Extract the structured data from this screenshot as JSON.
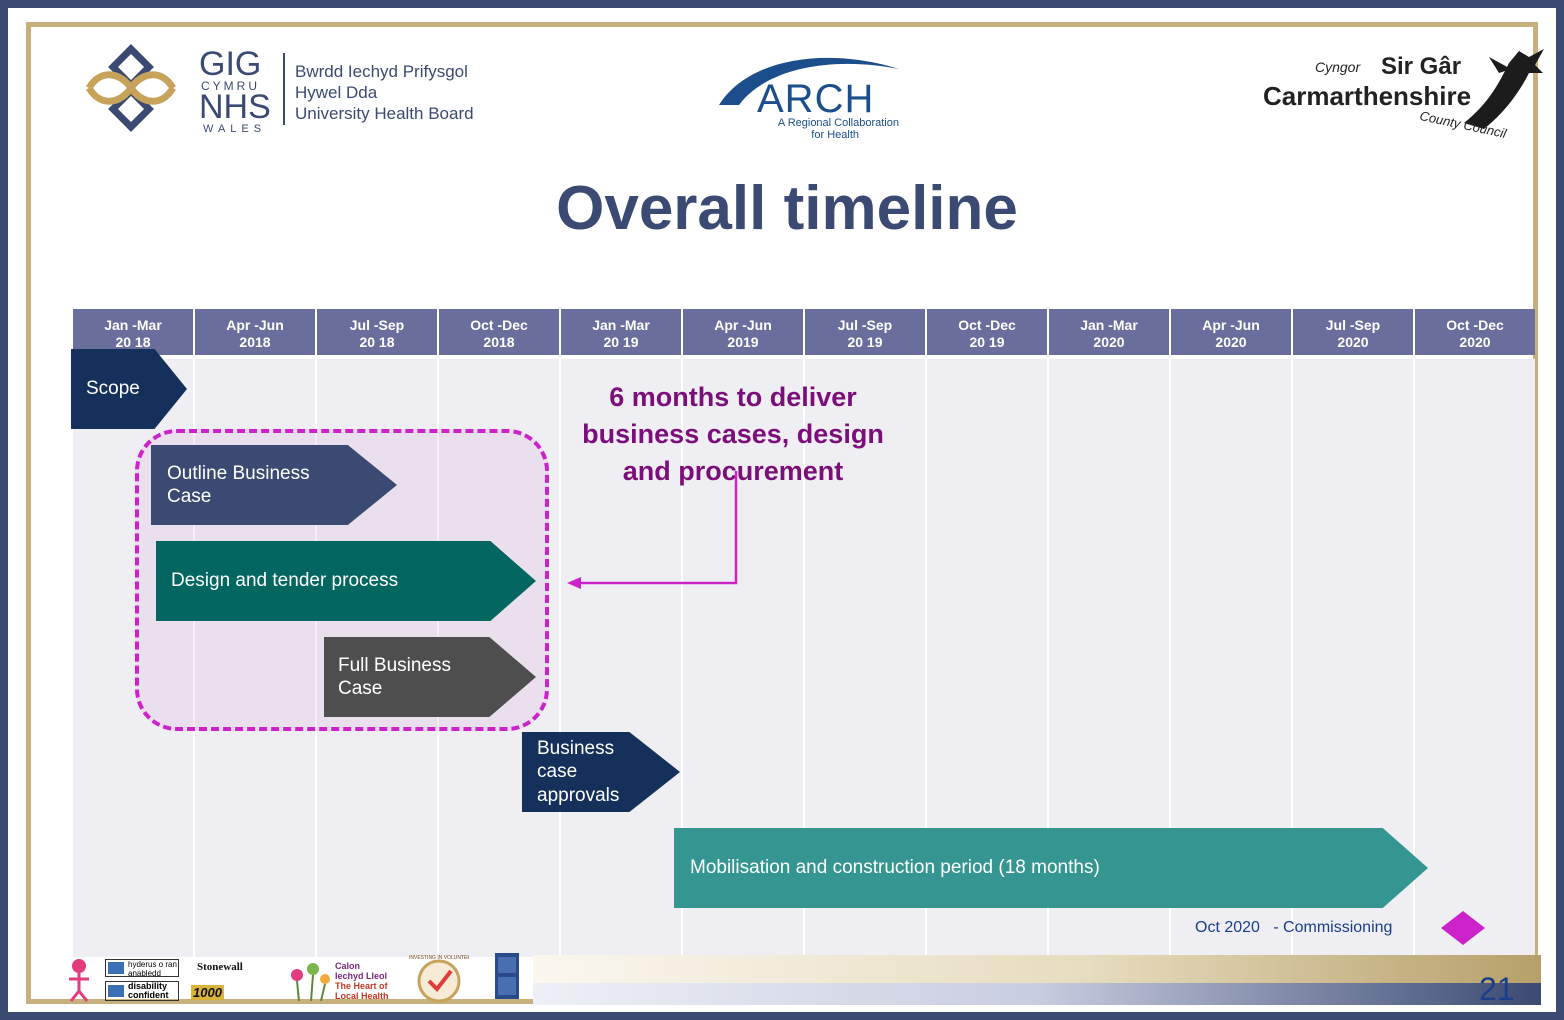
{
  "header": {
    "nhs_logo": {
      "gig": "GIG",
      "cymru": "CYMRU",
      "nhs": "NHS",
      "wales": "WALES",
      "line1": "Bwrdd Iechyd Prifysgol",
      "line2": "Hywel Dda",
      "line3": "University Health Board"
    },
    "arch_logo": {
      "name": "ARCH",
      "line1": "A Regional Collaboration",
      "line2": "for Health"
    },
    "council_logo": {
      "cyngor": "Cyngor",
      "sir_gar": "Sir Gâr",
      "name": "Carmarthenshire",
      "county": "County Council"
    }
  },
  "title": "Overall timeline",
  "timeline": {
    "columns": [
      {
        "label": "Jan -Mar",
        "year": "20 18"
      },
      {
        "label": "Apr -Jun",
        "year": "2018"
      },
      {
        "label": "Jul -Sep",
        "year": "20 18"
      },
      {
        "label": "Oct -Dec",
        "year": "2018"
      },
      {
        "label": "Jan -Mar",
        "year": "20 19"
      },
      {
        "label": "Apr -Jun",
        "year": "2019"
      },
      {
        "label": "Jul -Sep",
        "year": "20 19"
      },
      {
        "label": "Oct -Dec",
        "year": "20 19"
      },
      {
        "label": "Jan -Mar",
        "year": "2020"
      },
      {
        "label": "Apr -Jun",
        "year": "2020"
      },
      {
        "label": "Jul -Sep",
        "year": "2020"
      },
      {
        "label": "Oct -Dec",
        "year": "2020"
      }
    ],
    "bars": {
      "scope": "Scope",
      "obc_line1": "Outline Business",
      "obc_line2": "Case",
      "design": "Design and tender process",
      "fbc_line1": "Full Business",
      "fbc_line2": "Case",
      "approvals_line1": "Business",
      "approvals_line2": "case",
      "approvals_line3": "approvals",
      "construction": "Mobilisation and construction period (18 months)"
    },
    "callout": {
      "line1": "6 months to deliver",
      "line2": "business cases, design",
      "line3": "and procurement"
    },
    "milestone": {
      "date": "Oct 2020",
      "label": "- Commissioning"
    },
    "colors": {
      "header": "#6a6e9c",
      "navy": "#15305a",
      "slate": "#3b4a72",
      "teal": "#046661",
      "grey": "#4e4e4e",
      "light_teal": "#359691",
      "magenta": "#cc22cc",
      "purple_text": "#7b0e7b"
    }
  },
  "footer": {
    "page_number": "21",
    "logos": {
      "disability_line1": "hyderus o ran anabledd",
      "disability_line2": "disability confident",
      "stonewall": "Stonewall",
      "stonewall_1000": "1000",
      "calon_line1": "Calon",
      "calon_line2": "Iechyd Lleol",
      "calon_line3": "The Heart of",
      "calon_line4": "Local Health",
      "volunteers": "INVESTING IN VOLUNTEERS"
    }
  }
}
